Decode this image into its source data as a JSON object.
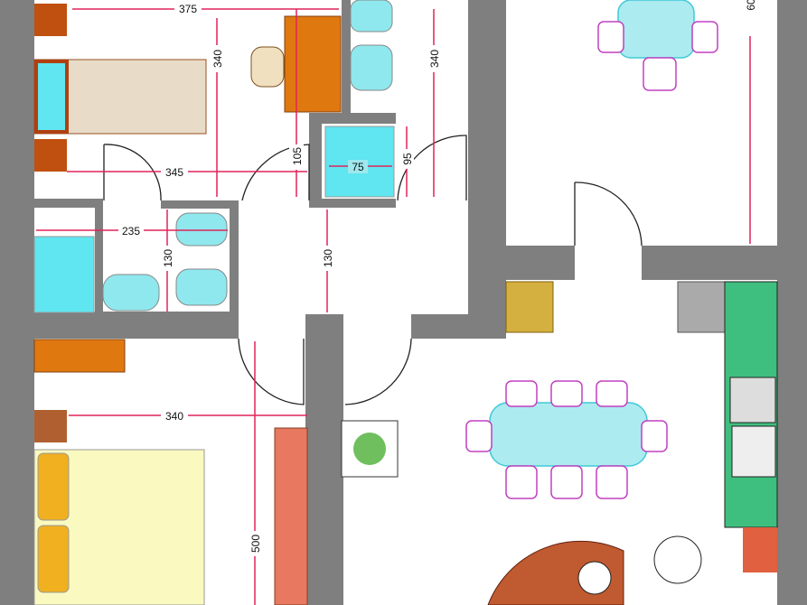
{
  "dimensions": {
    "bedroom_top_width": "375",
    "bedroom_top_height": "340",
    "bathroom_top_height": "340",
    "top_right_height": "60",
    "hallway_width": "345",
    "wall_segment_height": "105",
    "shower_width": "75",
    "shower_height": "95",
    "bath_small_width": "235",
    "bath_small_height": "130",
    "corridor_height": "130",
    "bedroom_bottom_width": "340",
    "bedroom_bottom_height": "500"
  },
  "colors": {
    "wall": "#7f7f7f",
    "dimension_line": "#e0245a",
    "shower": "#5fe6f0",
    "chair_outline": "#c040c0",
    "table": "#9ee8ee",
    "wood": "#d2691e",
    "kitchen": "#3fbf7f"
  }
}
